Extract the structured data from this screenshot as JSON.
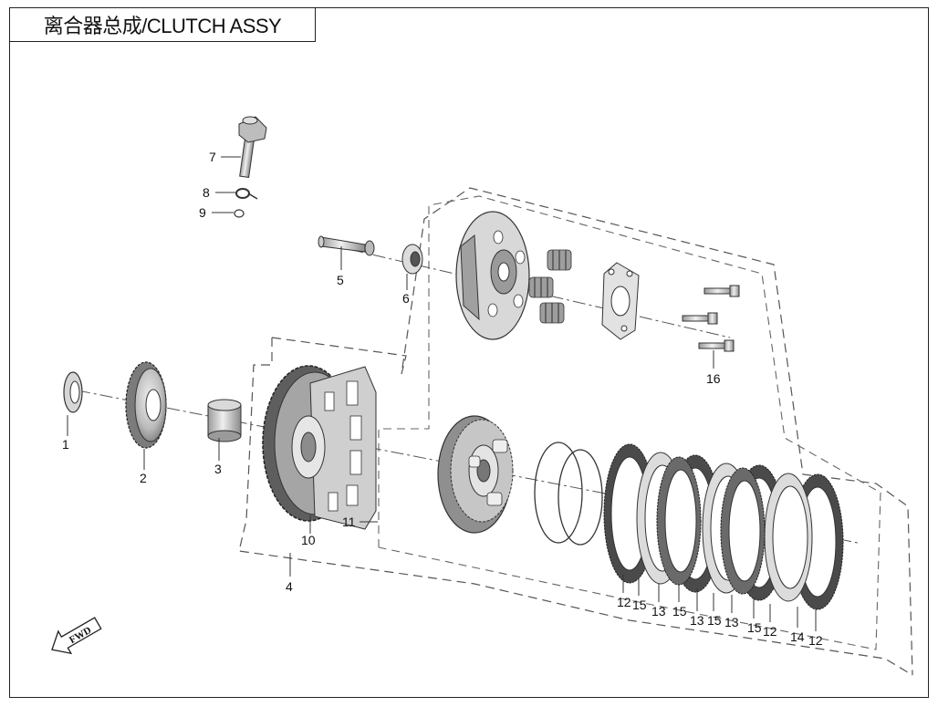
{
  "title": "离合器总成/CLUTCH ASSY",
  "fwd_label": "FWD",
  "callouts": {
    "c1": "1",
    "c2": "2",
    "c3": "3",
    "c4": "4",
    "c5": "5",
    "c6": "6",
    "c7": "7",
    "c8": "8",
    "c9": "9",
    "c10": "10",
    "c11": "11",
    "c16": "16",
    "plates": [
      "12",
      "15",
      "13",
      "15",
      "13",
      "15",
      "13",
      "15",
      "12",
      "14",
      "12"
    ]
  },
  "colors": {
    "line": "#333333",
    "part_fill": "#bdbdbd",
    "part_dark": "#6e6e6e",
    "part_light": "#e4e4e4"
  }
}
